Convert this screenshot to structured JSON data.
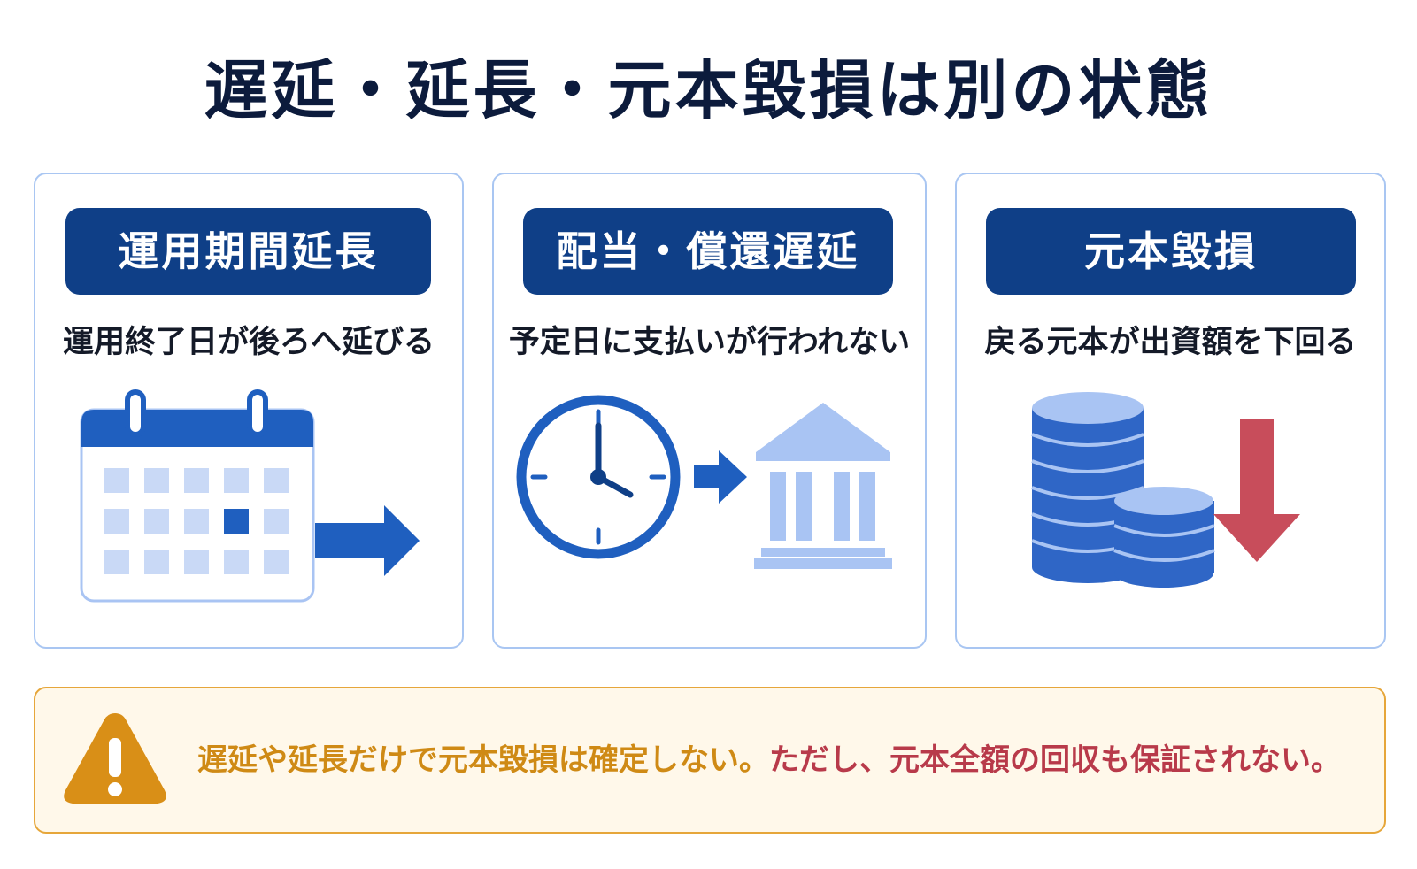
{
  "title": "遅延・延長・元本毀損は別の状態",
  "panels": [
    {
      "heading": "運用期間延長",
      "description": "運用終了日が後ろへ延びる",
      "icon": "calendar-with-arrow-icon"
    },
    {
      "heading": "配当・償還遅延",
      "description": "予定日に支払いが行われない",
      "icon": "clock-to-bank-icon"
    },
    {
      "heading": "元本毀損",
      "description": "戻る元本が出資額を下回る",
      "icon": "coins-down-arrow-icon"
    }
  ],
  "note": {
    "icon": "warning-icon",
    "part1": "遅延や延長だけで元本毀損は確定しない。",
    "part2": "ただし、元本全額の回収も保証されない。"
  },
  "colors": {
    "navy": "#0f3f87",
    "panel_border": "#a9c6f2",
    "icon_blue": "#1f5fbf",
    "icon_light": "#a9c4f3",
    "warning_orange": "#d98f17",
    "alert_red": "#c84d5b",
    "note_bg": "#fff8ea"
  }
}
